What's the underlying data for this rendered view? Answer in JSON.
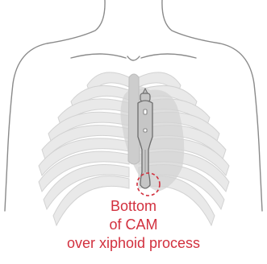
{
  "diagram": {
    "callout_lines": [
      "Bottom",
      "of CAM",
      "over xiphoid process"
    ]
  },
  "colors": {
    "accent_red": "#d2303e",
    "rib_fill": "#e9e9e9",
    "rib_stroke": "#d2d2d2",
    "body_outline": "#8a8a8a",
    "heart_fill": "#d3d3d3",
    "device_fill": "#c6c6c6",
    "device_stroke": "#6d6d6d"
  },
  "icons": {
    "torso": "torso-outline-icon",
    "ribcage": "ribcage-icon",
    "heart": "heart-icon",
    "device": "cam-device-icon",
    "marker": "xiphoid-marker-icon"
  }
}
